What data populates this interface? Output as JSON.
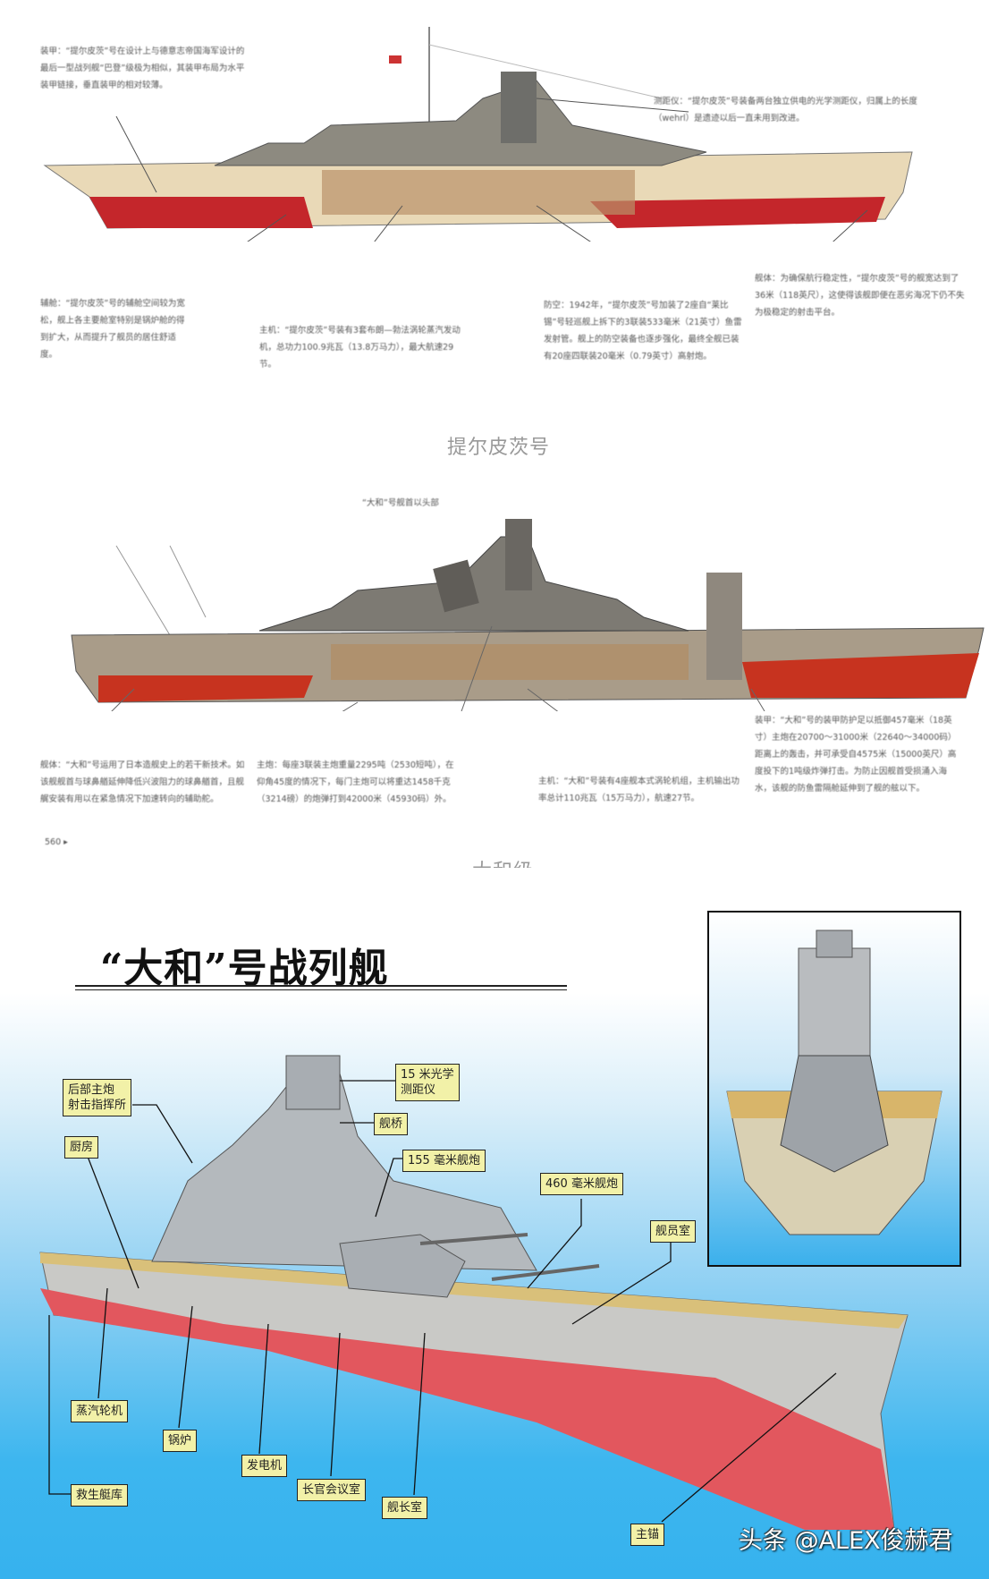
{
  "tirpitz": {
    "caption": "提尔皮茨号",
    "notes": [
      "装甲：“提尔皮茨”号在设计上与德意志帝国海军设计的最后一型战列舰“巴登”级极为相似，其装甲布局为水平装甲链接，垂直装甲的相对较薄。",
      "测距仪：“提尔皮茨”号装备两台独立供电的光学测距仪，归属上的长度（wehrl）是遗迹以后一直未用到改进。",
      "辅舱：“提尔皮茨”号的辅舱空间较为宽松，舰上各主要舱室特别是锅炉舱的得到扩大，从而提升了舰员的居住舒适度。",
      "主机：“提尔皮茨”号装有3套布朗—勃法涡轮蒸汽发动机，总功力100.9兆瓦（13.8万马力），最大航速29节。",
      "防空：1942年，“提尔皮茨”号加装了2座自“莱比锡”号轻巡舰上拆下的3联装533毫米（21英寸）鱼雷发射管。舰上的防空装备也逐步强化，最终全舰已装有20座四联装20毫米（0.79英寸）高射炮。",
      "舰体：为确保航行稳定性，“提尔皮茨”号的舰宽达到了36米（118英尺），这使得该舰即便在恶劣海况下仍不失为极稳定的射击平台。"
    ]
  },
  "yamato_side": {
    "caption_partial": "大和级",
    "top_note": "“大和”号舰首以头部",
    "page_number": "560 ▸",
    "notes": [
      "舰体：“大和”号运用了日本造舰史上的若干新技术。如该舰舰首与球鼻艏延伸降低兴波阻力的球鼻艏首，且舰艉安装有用以在紧急情况下加速转向的辅助舵。",
      "主炮：每座3联装主炮重量2295吨（2530短吨），在仰角45度的情况下，每门主炮可以将重达1458千克（3214磅）的炮弹打到42000米（45930码）外。",
      "主机：“大和”号装有4座舰本式涡轮机组，主机输出功率总计110兆瓦（15万马力），航速27节。",
      "装甲：“大和”号的装甲防护足以抵御457毫米（18英寸）主炮在20700～31000米（22640～34000码）距离上的轰击，并可承受自4575米（15000英尺）高度投下的1吨级炸弹打击。为防止因舰首受损涌入海水，该舰的防鱼雷隔舱延伸到了舰的舷以下。"
    ]
  },
  "yamato_cutaway": {
    "title": "“大和”号战列舰",
    "labels": {
      "rangefinder": [
        "15 米光学",
        "测距仪"
      ],
      "rear_director": [
        "后部主炮",
        "射击指挥所"
      ],
      "bridge": "舰桥",
      "galley": "厨房",
      "secondary_gun": "155 毫米舰炮",
      "main_gun": "460 毫米舰炮",
      "crew_quarters": "舰员室",
      "turbine": "蒸汽轮机",
      "boiler": "锅炉",
      "generator": "发电机",
      "wardroom": "长官会议室",
      "captain_cabin": "舰长室",
      "lifeboat_store": "救生艇库",
      "main_anchor": "主锚"
    },
    "colors": {
      "hull_red": "#e2575e",
      "hull_gray": "#c9c9c6",
      "deck": "#d9c07a",
      "sky_blue": "#36b2ee",
      "label_fill": "#f2f1a8"
    }
  },
  "watermark": "头条 @ALEX俊赫君"
}
